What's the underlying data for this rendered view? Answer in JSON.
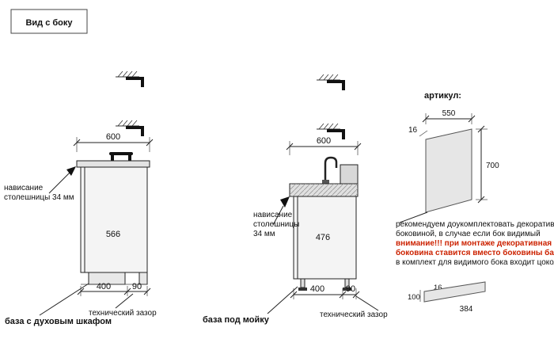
{
  "title_box": {
    "title": "Вид с боку"
  },
  "oven_base": {
    "label": "база с духовым шкафом",
    "top_width": "600",
    "depth": "566",
    "plinth_depth": "400",
    "rear_gap": "90",
    "overhang_lines": [
      "нависание",
      "столешницы 34 мм"
    ],
    "gap_note": "технический зазор"
  },
  "sink_base": {
    "label": "база под мойку",
    "top_width": "600",
    "depth": "476",
    "plinth_depth": "400",
    "rear_gap": "90",
    "overhang_lines": [
      "нависание",
      "столешницы",
      "34 мм"
    ],
    "gap_note": "технический зазор"
  },
  "side_panel": {
    "articul_label": "артикул:",
    "width": "550",
    "thickness": "16",
    "height": "700",
    "note_black_1": "рекомендуем доукомплектовать декоративной",
    "note_black_2": "боковиной, в случае если бок видимый",
    "note_red_1": "внимание!!! при монтаже декоративная",
    "note_red_2": "боковина ставится вместо боковины базы лдсп",
    "note_black_3": "в комплект для видимого бока входит цоколь.",
    "plinth": {
      "height": "100",
      "thickness": "16",
      "length": "384"
    }
  },
  "colors": {
    "warning_red": "#cc2200",
    "line": "#222222",
    "panel_fill": "#e6e6e6"
  }
}
